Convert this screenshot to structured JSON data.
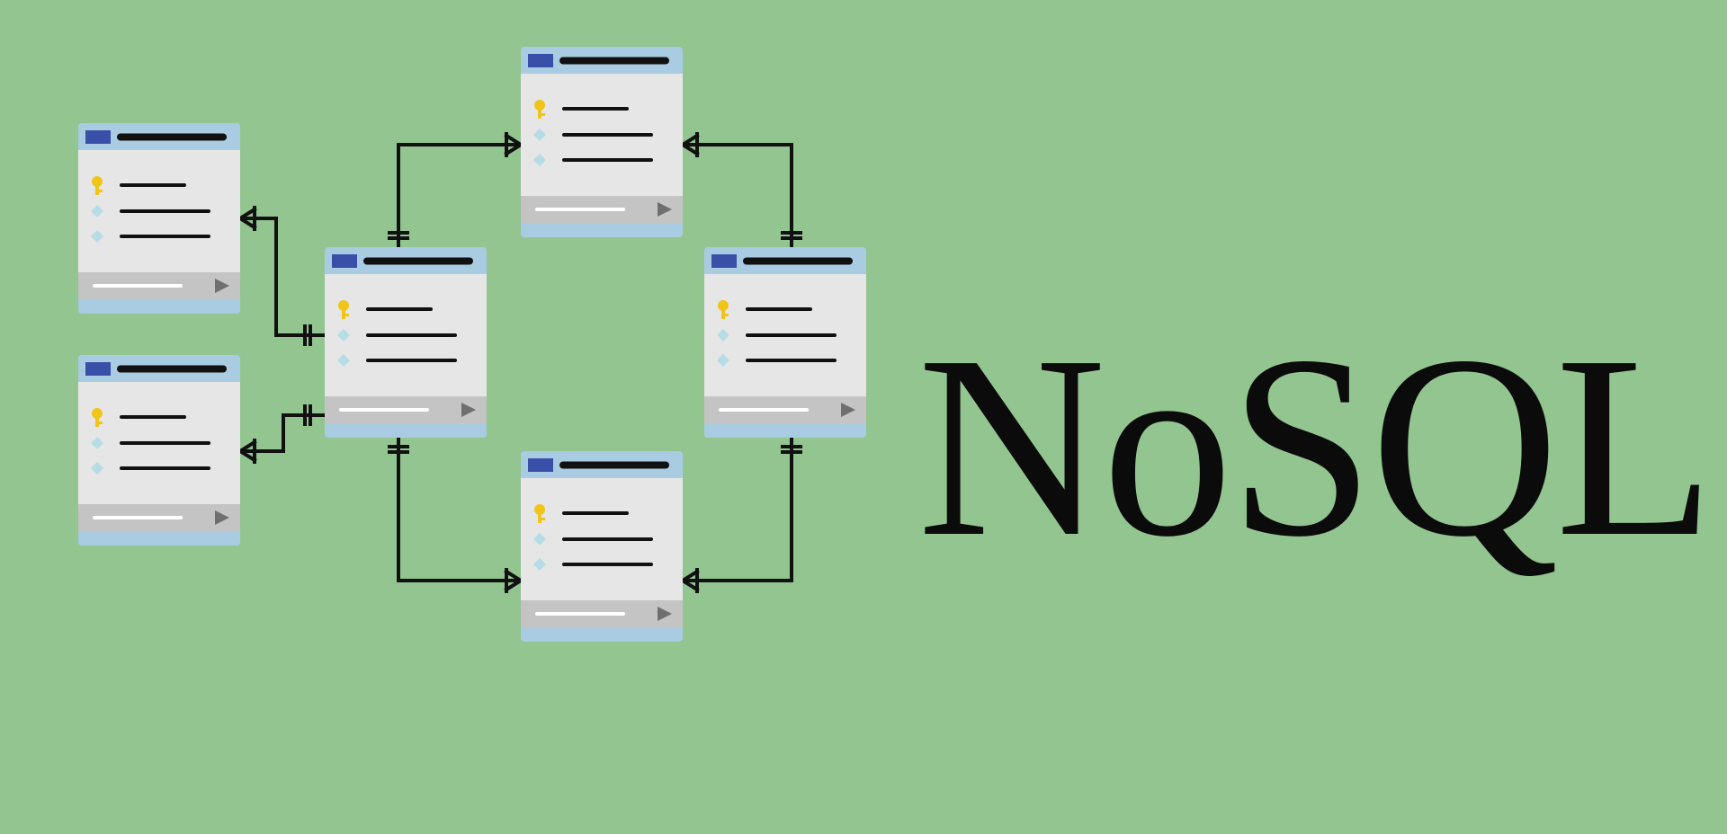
{
  "title": "NoSQL",
  "colors": {
    "background": "#93c590",
    "titlebar": "#a9cce3",
    "titlebar_badge": "#3a4fa8",
    "titlebar_line": "#111111",
    "body": "#e6e6e6",
    "footer": "#c4c4c4",
    "footer_line": "#ffffff",
    "footer_arrow": "#6f6f6f",
    "key_icon": "#f0c419",
    "diamond_icon": "#b6dce6",
    "row_line": "#111111",
    "connector": "#111111"
  },
  "table_icons": {
    "primary": "key-icon",
    "field": "diamond-icon",
    "footer": "play-arrow-icon"
  },
  "tables": [
    {
      "name": "table-top-left"
    },
    {
      "name": "table-bottom-left"
    },
    {
      "name": "table-center"
    },
    {
      "name": "table-top"
    },
    {
      "name": "table-right"
    },
    {
      "name": "table-bottom"
    }
  ]
}
